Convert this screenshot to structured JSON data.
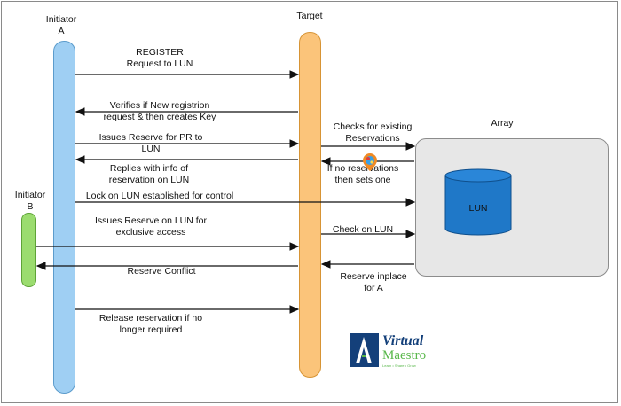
{
  "participants": {
    "initiator_a": "Initiator\nA",
    "target": "Target",
    "initiator_b": "Initiator\nB",
    "array": "Array",
    "lun": "LUN"
  },
  "messages": {
    "m1": "REGISTER\nRequest to LUN",
    "m2": "Verifies if New registrion\nrequest & then creates Key",
    "m3": "Issues Reserve for PR to\nLUN",
    "m4": "Replies with info of\nreservation on LUN",
    "m5": "Lock on LUN established for control",
    "m6": "Issues Reserve on LUN for\nexclusive access",
    "m7": "Reserve Conflict",
    "m8": "Release reservation if no\nlonger required",
    "t1": "Checks for existing\nReservations",
    "t2": "If no reservations\nthen sets one",
    "t3": "Check on LUN",
    "t4": "Reserve inplace\nfor A"
  },
  "logo": {
    "word1": "Virtual",
    "word2": "Maestro",
    "tagline": "Learn  •  Share  •  Grow"
  },
  "colors": {
    "initiator_a": "#9fcff3",
    "target": "#fbc47a",
    "initiator_b": "#9bdc6f",
    "lun": "#1f78c8",
    "array": "#e7e7e7"
  }
}
